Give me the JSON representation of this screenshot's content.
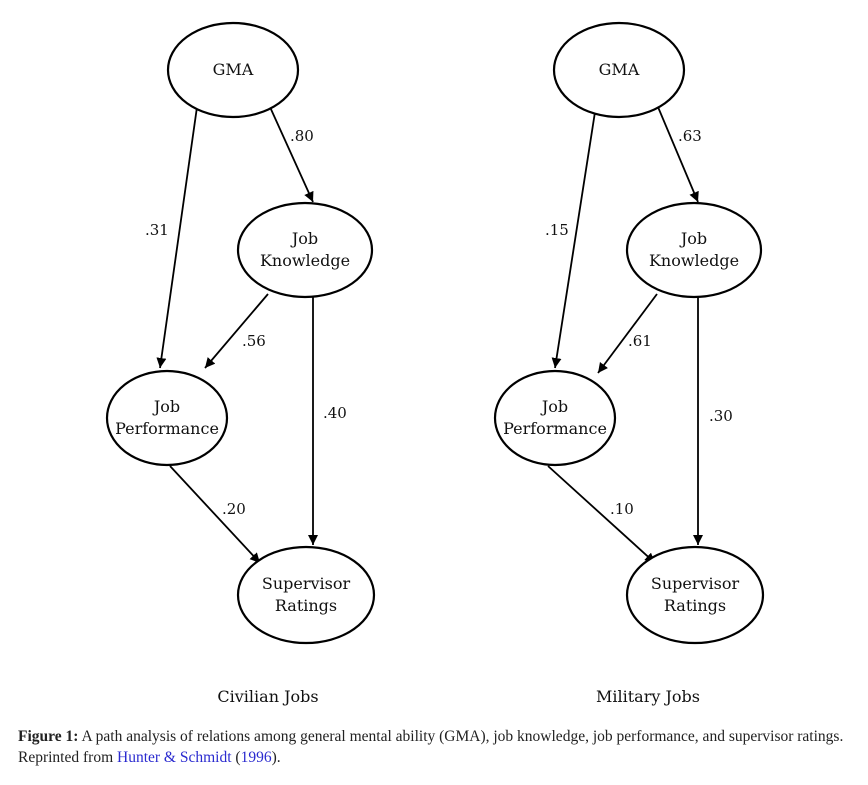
{
  "panels": [
    {
      "id": "civilian",
      "title": "Civilian Jobs",
      "nodes": {
        "gma": [
          "GMA"
        ],
        "jk": [
          "Job",
          "Knowledge"
        ],
        "jp": [
          "Job",
          "Performance"
        ],
        "sr": [
          "Supervisor",
          "Ratings"
        ]
      },
      "coefficients": {
        "gma_jk": ".80",
        "gma_jp": ".31",
        "jk_jp": ".56",
        "jk_sr": ".40",
        "jp_sr": ".20"
      }
    },
    {
      "id": "military",
      "title": "Military Jobs",
      "nodes": {
        "gma": [
          "GMA"
        ],
        "jk": [
          "Job",
          "Knowledge"
        ],
        "jp": [
          "Job",
          "Performance"
        ],
        "sr": [
          "Supervisor",
          "Ratings"
        ]
      },
      "coefficients": {
        "gma_jk": ".63",
        "gma_jp": ".15",
        "jk_jp": ".61",
        "jk_sr": ".30",
        "jp_sr": ".10"
      }
    }
  ],
  "caption": {
    "label": "Figure 1:",
    "text": " A path analysis of relations among general mental ability (GMA), job knowledge, job performance, and supervisor ratings. Reprinted from ",
    "link_text": "Hunter & Schmidt",
    "after_link": " (",
    "year": "1996",
    "end": ")."
  }
}
